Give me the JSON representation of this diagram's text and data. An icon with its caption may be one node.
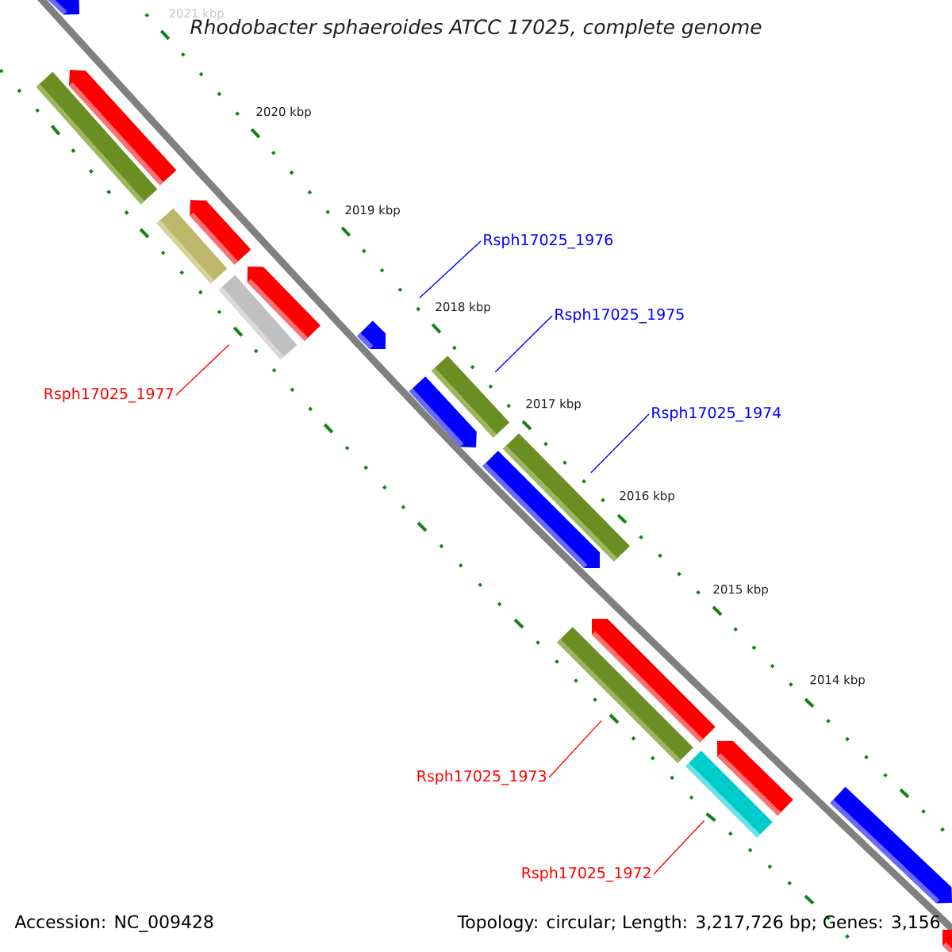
{
  "diagram": {
    "title": "Rhodobacter sphaeroides ATCC 17025, complete genome",
    "nodes": [
      {
        "text": [
          "Rsph17025_1976"
        ]
      },
      {
        "text": [
          "Rsph17025_1975"
        ]
      },
      {
        "text": [
          "Rsph17025_1977"
        ]
      },
      {
        "text": [
          "Rsph17025_1974"
        ]
      },
      {
        "text": [
          "Rsph17025_1973"
        ]
      },
      {
        "text": [
          "Rsph17025_1972"
        ]
      },
      {
        "text": [],
        "shape": "bar"
      },
      {
        "text": [],
        "shape": "bar"
      },
      {
        "text": [],
        "shape": "bar"
      },
      {
        "text": [],
        "shape": "bar"
      },
      {
        "text": [],
        "shape": "bar"
      },
      {
        "text": [],
        "shape": "bar"
      },
      {
        "text": [],
        "shape": "bar"
      },
      {
        "text": [],
        "shape": "bar"
      },
      {
        "text": [],
        "shape": "bar"
      },
      {
        "text": [],
        "shape": "bar"
      },
      {
        "text": [],
        "shape": "bar"
      },
      {
        "text": [],
        "shape": "bar"
      },
      {
        "text": [],
        "shape": "bar"
      },
      {
        "text": [],
        "shape": "bar"
      },
      {
        "text": [],
        "shape": "bar"
      },
      {
        "text": [],
        "shape": "bar"
      },
      {
        "text": [],
        "shape": "bar"
      },
      {
        "text": [],
        "shape": "bar"
      },
      {
        "text": [],
        "shape": "bar"
      }
    ],
    "edges": [
      {
        "from": 0,
        "to": 14,
        "arrow": "none",
        "color": "#0000ff"
      },
      {
        "from": 1,
        "to": 15,
        "arrow": "none",
        "color": "#0000ff"
      },
      {
        "from": 2,
        "to": 13,
        "arrow": "none",
        "color": "#ff0000"
      },
      {
        "from": 3,
        "to": 17,
        "arrow": "none",
        "color": "#0000ff"
      },
      {
        "from": 4,
        "to": 20,
        "arrow": "none",
        "color": "#ff0000"
      },
      {
        "from": 5,
        "to": 22,
        "arrow": "none",
        "color": "#ff0000"
      }
    ],
    "labels": [
      "2021 kbp",
      "2020 kbp",
      "2019 kbp",
      "2018 kbp",
      "2017 kbp",
      "2016 kbp",
      "2015 kbp",
      "2014 kbp",
      "Accession: NC_009428",
      "Topology: circular; Length: 3,217,726 bp; Genes: 3,156"
    ]
  }
}
